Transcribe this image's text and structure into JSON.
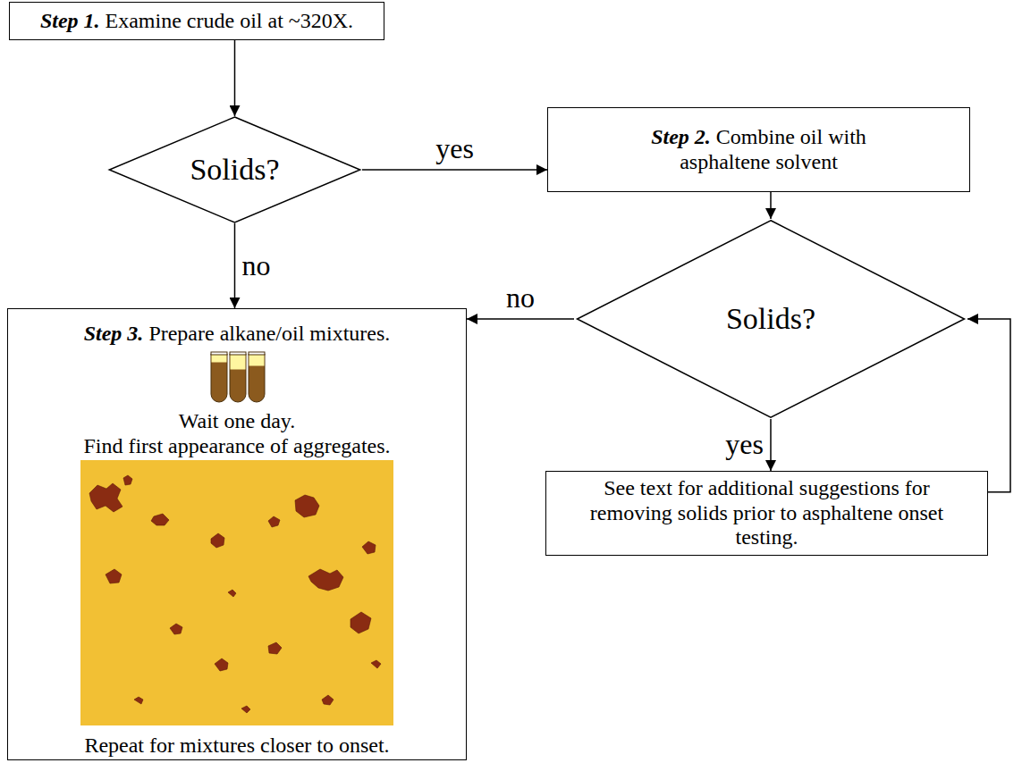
{
  "diagram": {
    "nodes": [
      {
        "text": [
          "Step 1.",
          "Examine crude oil at ~320X."
        ]
      },
      {
        "text": [
          "Solids?"
        ]
      },
      {
        "text": [
          "Step 2.",
          "Combine oil with asphaltene solvent"
        ]
      },
      {
        "text": [
          "Solids?"
        ]
      },
      {
        "text": [
          "Step 3.",
          "Prepare alkane/oil mixtures.",
          "Wait one day.",
          "Find first appearance of aggregates.",
          "Repeat for mixtures closer to onset."
        ]
      },
      {
        "text": [
          "See text for additional suggestions for removing solids prior to asphaltene onset testing."
        ]
      }
    ],
    "edges": [
      {
        "from": 0,
        "to": 1,
        "arrow": "to"
      },
      {
        "from": 1,
        "to": 2,
        "label": "yes",
        "arrow": "to"
      },
      {
        "from": 1,
        "to": 4,
        "label": "no",
        "arrow": "to"
      },
      {
        "from": 2,
        "to": 3,
        "arrow": "to"
      },
      {
        "from": 3,
        "to": 4,
        "label": "no",
        "arrow": "to"
      },
      {
        "from": 3,
        "to": 5,
        "label": "yes",
        "arrow": "to"
      },
      {
        "from": 5,
        "to": 3,
        "arrow": "to"
      }
    ]
  }
}
